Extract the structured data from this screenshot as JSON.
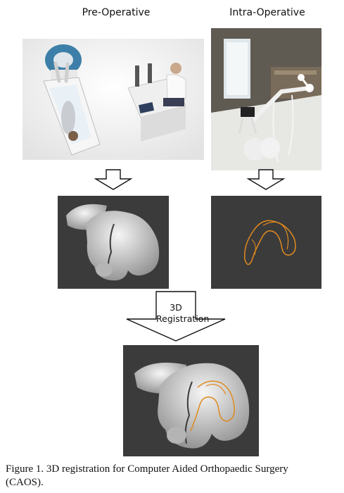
{
  "labels": {
    "pre_operative": "Pre-Operative",
    "intra_operative": "Intra-Operative"
  },
  "registration": {
    "line1": "3D",
    "line2": "Registration"
  },
  "caption": {
    "line1": "Figure 1. 3D registration for Computer Aided Orthopaedic Surgery",
    "line2": "(CAOS)."
  },
  "colors": {
    "panel_background": "#3b3b3b",
    "bone": "#d8d8d8",
    "tracked_curve": "#e08a1e"
  }
}
